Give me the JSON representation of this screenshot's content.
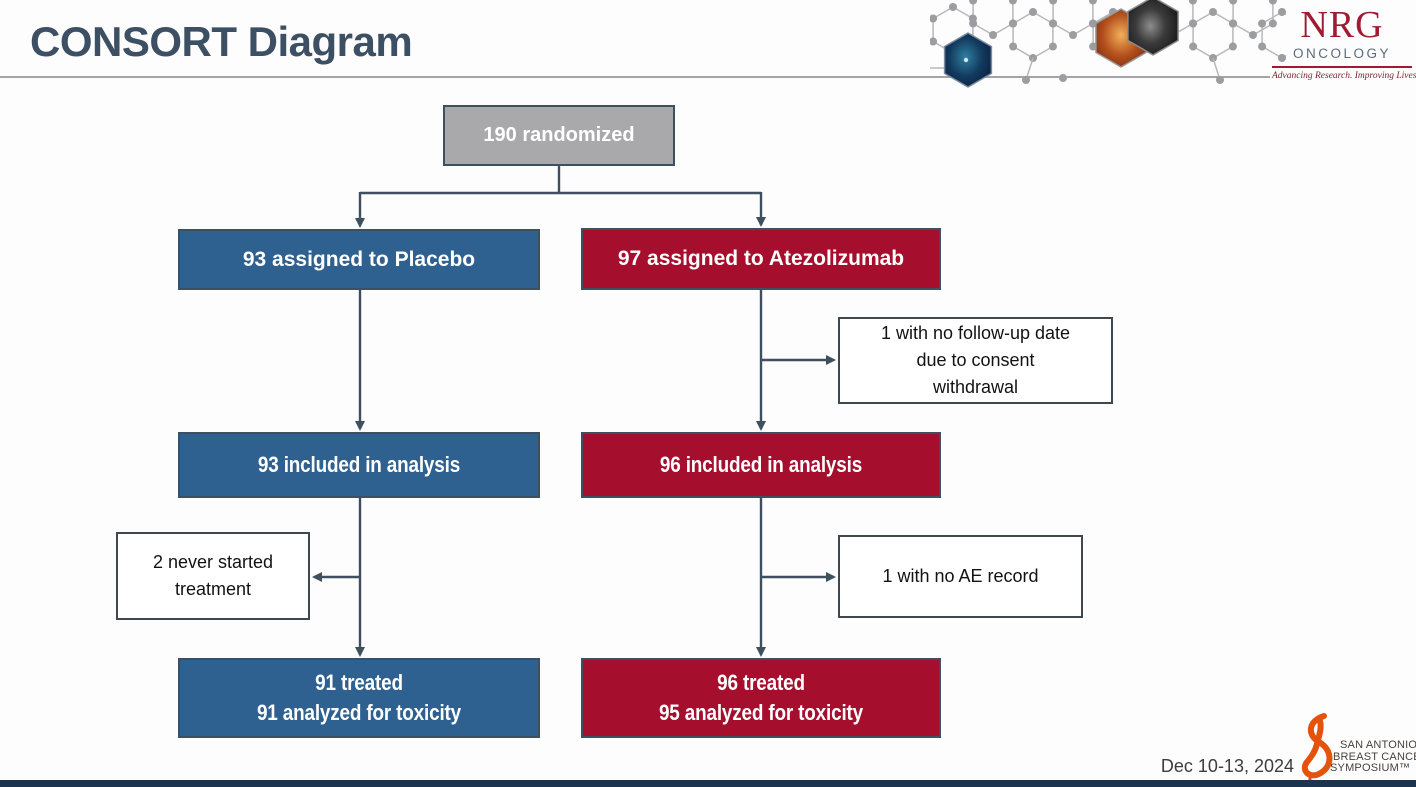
{
  "slide": {
    "title": "CONSORT Diagram",
    "date": "Dec 10-13, 2024"
  },
  "logos": {
    "nrg_name": "NRG",
    "nrg_division": "ONCOLOGY",
    "nrg_tagline": "Advancing Research. Improving Lives.™",
    "sabcs_line1": "SAN ANTONIO",
    "sabcs_line2": "BREAST CANCER",
    "sabcs_line3": "SYMPOSIUM™"
  },
  "flow": {
    "randomized": "190 randomized",
    "arm_placebo": "93 assigned to Placebo",
    "arm_atezolizumab": "97 assigned to Atezolizumab",
    "atezo_excluded_followup": "1 with no follow-up date\ndue to consent\nwithdrawal",
    "placebo_analysis": "93 included in analysis",
    "atezo_analysis": "96 included in analysis",
    "placebo_excluded_treatment": "2 never started\ntreatment",
    "atezo_excluded_ae": "1 with no AE record",
    "placebo_treated": "91 treated\n91 analyzed for toxicity",
    "atezo_treated": "96 treated\n95 analyzed for toxicity"
  },
  "colors": {
    "title_text": "#3c4f63",
    "box_blue": "#2e6090",
    "box_red": "#a50e2d",
    "box_gray": "#a9a9ab",
    "box_border": "#3e4f5e",
    "connector": "#3e4f5e",
    "bottom_bar": "#1c3450",
    "nrg_red": "#9e1b32",
    "sabcs_orange": "#e4520b"
  }
}
